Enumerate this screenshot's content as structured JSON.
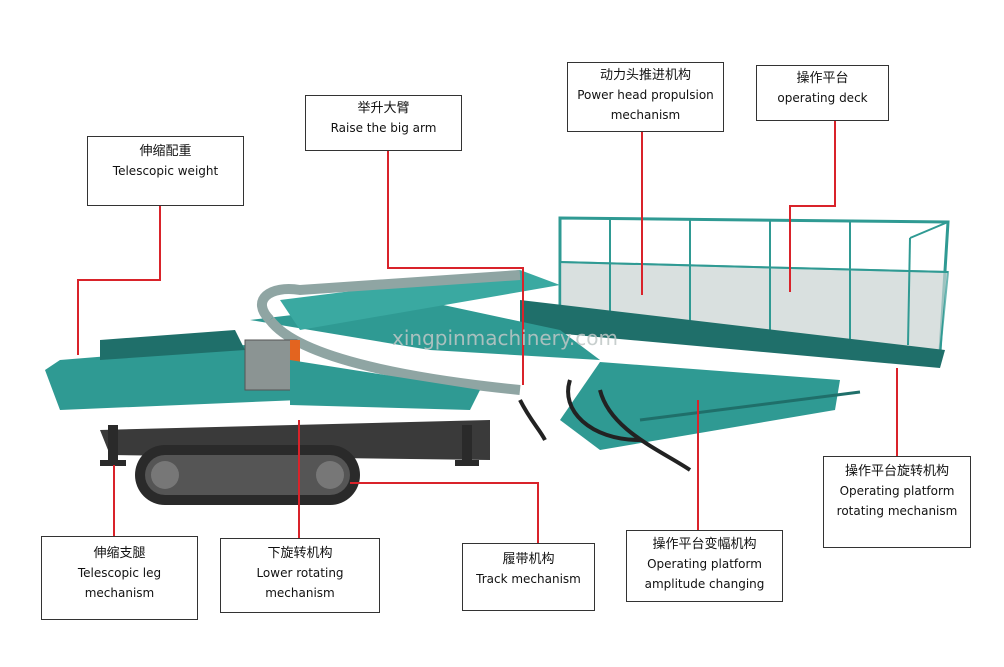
{
  "colors": {
    "machine_teal": "#2f9a93",
    "machine_dark_teal": "#1f6f6a",
    "track_dark": "#2a2a2a",
    "leader_red": "#d9232a",
    "box_border": "#333333",
    "watermark": "#bfc7c6"
  },
  "watermark": "xingpinmachinery.com",
  "labels": [
    {
      "id": "telescopic-weight",
      "zh": "伸缩配重",
      "en": [
        "Telescopic weight"
      ]
    },
    {
      "id": "raise-big-arm",
      "zh": "举升大臂",
      "en": [
        "Raise the big arm"
      ]
    },
    {
      "id": "power-head",
      "zh": "动力头推进机构",
      "en": [
        "Power head propulsion",
        "mechanism"
      ]
    },
    {
      "id": "operating-deck",
      "zh": "操作平台",
      "en": [
        "operating deck"
      ]
    },
    {
      "id": "platform-rotating",
      "zh": "操作平台旋转机构",
      "en": [
        "Operating platform",
        "rotating mechanism"
      ]
    },
    {
      "id": "platform-amplitude",
      "zh": "操作平台变幅机构",
      "en": [
        "Operating platform",
        "amplitude changing"
      ]
    },
    {
      "id": "track",
      "zh": "履带机构",
      "en": [
        "Track mechanism"
      ]
    },
    {
      "id": "lower-rotating",
      "zh": "下旋转机构",
      "en": [
        "Lower rotating",
        "mechanism"
      ]
    },
    {
      "id": "telescopic-leg",
      "zh": "伸缩支腿",
      "en": [
        "Telescopic leg",
        "mechanism"
      ]
    }
  ]
}
